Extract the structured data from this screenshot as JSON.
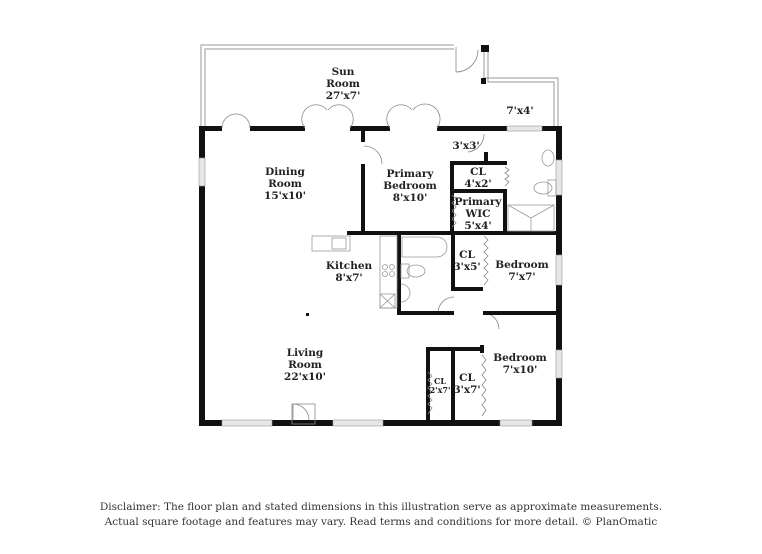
{
  "rooms": {
    "sun_room": {
      "name_line1": "Sun",
      "name_line2": "Room",
      "dims": "27'x7'"
    },
    "sun_nook": {
      "dims": "7'x4'"
    },
    "dining_room": {
      "name_line1": "Dining",
      "name_line2": "Room",
      "dims": "15'x10'"
    },
    "primary_bedroom": {
      "name_line1": "Primary",
      "name_line2": "Bedroom",
      "dims": "8'x10'"
    },
    "primary_bath": {
      "dims": "3'x3'"
    },
    "closet_primary": {
      "name": "CL",
      "dims": "4'x2'"
    },
    "primary_wic": {
      "name_line1": "Primary",
      "name_line2": "WIC",
      "dims": "5'x4'"
    },
    "kitchen": {
      "name": "Kitchen",
      "dims": "8'x7'"
    },
    "closet_hall": {
      "name": "CL",
      "dims": "3'x5'"
    },
    "bedroom_2": {
      "name": "Bedroom",
      "dims": "7'x7'"
    },
    "living_room": {
      "name_line1": "Living",
      "name_line2": "Room",
      "dims": "22'x10'"
    },
    "closet_small": {
      "name": "CL",
      "dims": "2'x7'"
    },
    "closet_bedroom3": {
      "name": "CL",
      "dims": "3'x7'"
    },
    "bedroom_3": {
      "name": "Bedroom",
      "dims": "7'x10'"
    }
  },
  "disclaimer": {
    "line1": "Disclaimer: The floor plan and stated dimensions in this illustration serve as approximate measurements.",
    "line2": "Actual square footage and features may vary. Read terms and conditions for more detail. © PlanOmatic"
  },
  "colors": {
    "wall": "#111111",
    "window": "#d8d8d8",
    "fixture": "#888888",
    "background": "#ffffff"
  }
}
